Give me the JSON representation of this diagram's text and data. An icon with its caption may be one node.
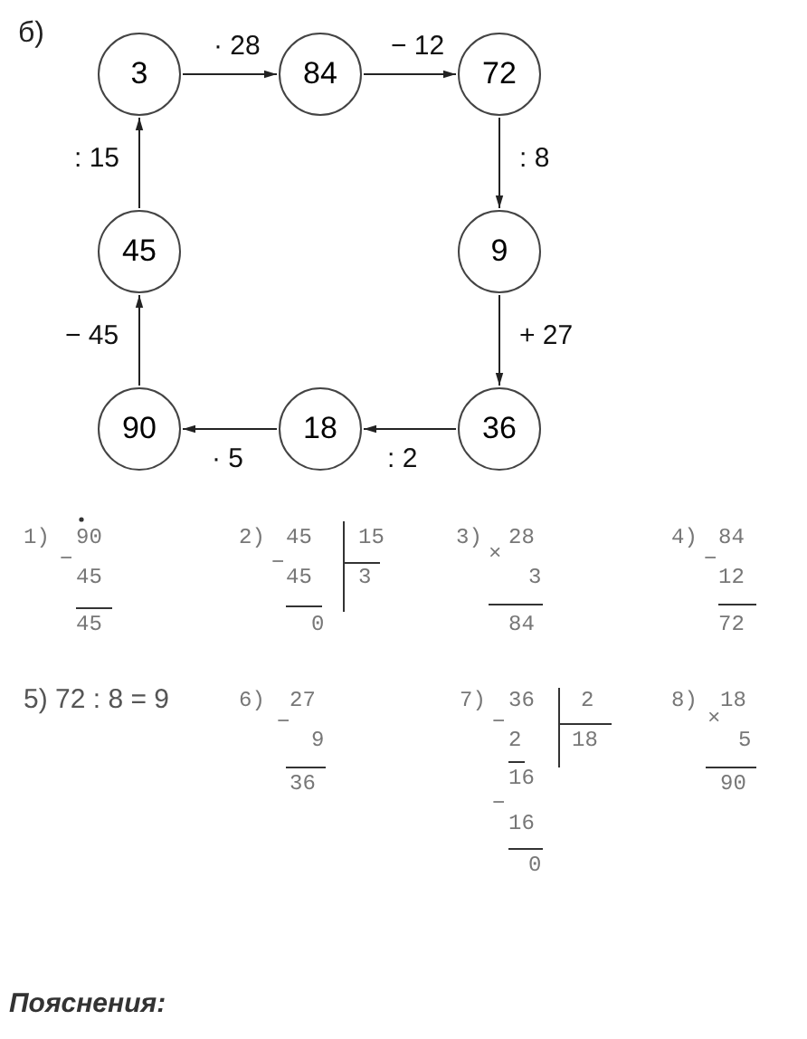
{
  "diagram": {
    "nodes": [
      {
        "text": [
          "3"
        ]
      },
      {
        "text": [
          "84"
        ]
      },
      {
        "text": [
          "72"
        ]
      },
      {
        "text": [
          "9"
        ]
      },
      {
        "text": [
          "36"
        ]
      },
      {
        "text": [
          "18"
        ]
      },
      {
        "text": [
          "90"
        ]
      },
      {
        "text": [
          "45"
        ]
      }
    ],
    "edges": [
      {
        "from": 0,
        "to": 1,
        "arrow": "to",
        "label": "· 28"
      },
      {
        "from": 1,
        "to": 2,
        "arrow": "to",
        "label": "− 12"
      },
      {
        "from": 2,
        "to": 3,
        "arrow": "to",
        "label": ": 8"
      },
      {
        "from": 3,
        "to": 4,
        "arrow": "to",
        "label": "+ 27"
      },
      {
        "from": 4,
        "to": 5,
        "arrow": "to",
        "label": ": 2"
      },
      {
        "from": 5,
        "to": 6,
        "arrow": "to",
        "label": "· 5"
      },
      {
        "from": 6,
        "to": 7,
        "arrow": "to",
        "label": "− 45"
      },
      {
        "from": 7,
        "to": 0,
        "arrow": "to",
        "label": ": 15"
      }
    ],
    "labels": [
      "б)",
      "1)",
      "−",
      "90",
      "45",
      "45",
      "2)",
      "−",
      "45",
      "15",
      "45",
      "3",
      "0",
      "3)",
      "×",
      "28",
      "3",
      "84",
      "4)",
      "−",
      "84",
      "12",
      "72",
      "5) 72 : 8 = 9",
      "6)",
      "−",
      "27",
      "9",
      "36",
      "7)",
      "36",
      "2",
      "−",
      "2",
      "18",
      "16",
      "−",
      "16",
      "0",
      "8)",
      "×",
      "18",
      "5",
      "90",
      "Пояснения:"
    ]
  }
}
